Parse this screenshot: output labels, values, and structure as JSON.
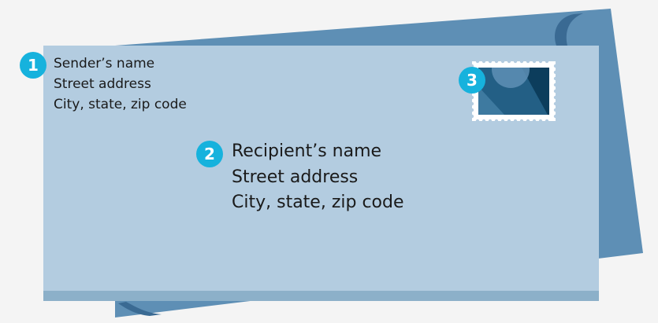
{
  "colors": {
    "background": "#f4f4f4",
    "envelope_front": "#b3cce0",
    "envelope_bottom_edge": "#8cb0c9",
    "envelope_back": "#5e8fb5",
    "envelope_back_shadow": "#3a6a93",
    "badge": "#16b2dd",
    "stamp_dark": "#0c3d5c",
    "stamp_mid": "#235f85",
    "stamp_light": "#3e7aa0"
  },
  "sender": {
    "badge_number": "1",
    "name": "Sender’s name",
    "street": "Street address",
    "city_state_zip": "City, state, zip code"
  },
  "recipient": {
    "badge_number": "2",
    "name": "Recipient’s name",
    "street": "Street address",
    "city_state_zip": "City, state, zip code"
  },
  "stamp": {
    "badge_number": "3",
    "icon": "postage-stamp-icon"
  }
}
